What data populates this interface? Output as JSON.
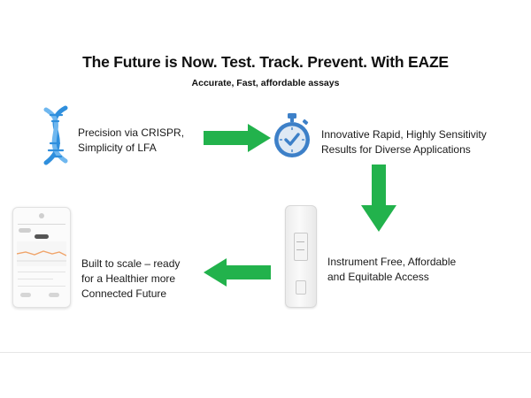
{
  "header": {
    "title": "The Future is Now. Test. Track. Prevent. With EAZE",
    "subtitle": "Accurate, Fast, affordable assays"
  },
  "steps": [
    {
      "icon": "dna-icon",
      "line1": "Precision via CRISPR,",
      "line2": "Simplicity of LFA"
    },
    {
      "icon": "stopwatch-icon",
      "line1": "Innovative Rapid, Highly Sensitivity",
      "line2": "Results for Diverse Applications"
    },
    {
      "icon": "test-cassette-icon",
      "line1": "Instrument Free, Affordable",
      "line2": "and Equitable Access"
    },
    {
      "icon": "phone-app-icon",
      "line1": "Built to scale – ready",
      "line2": "for a Healthier more",
      "line3": "Connected Future"
    }
  ],
  "colors": {
    "arrow": "#22b24c",
    "dna_blue": "#2f8fdd",
    "stopwatch_blue": "#3d80c8",
    "accent_orange": "#f0a46a"
  }
}
